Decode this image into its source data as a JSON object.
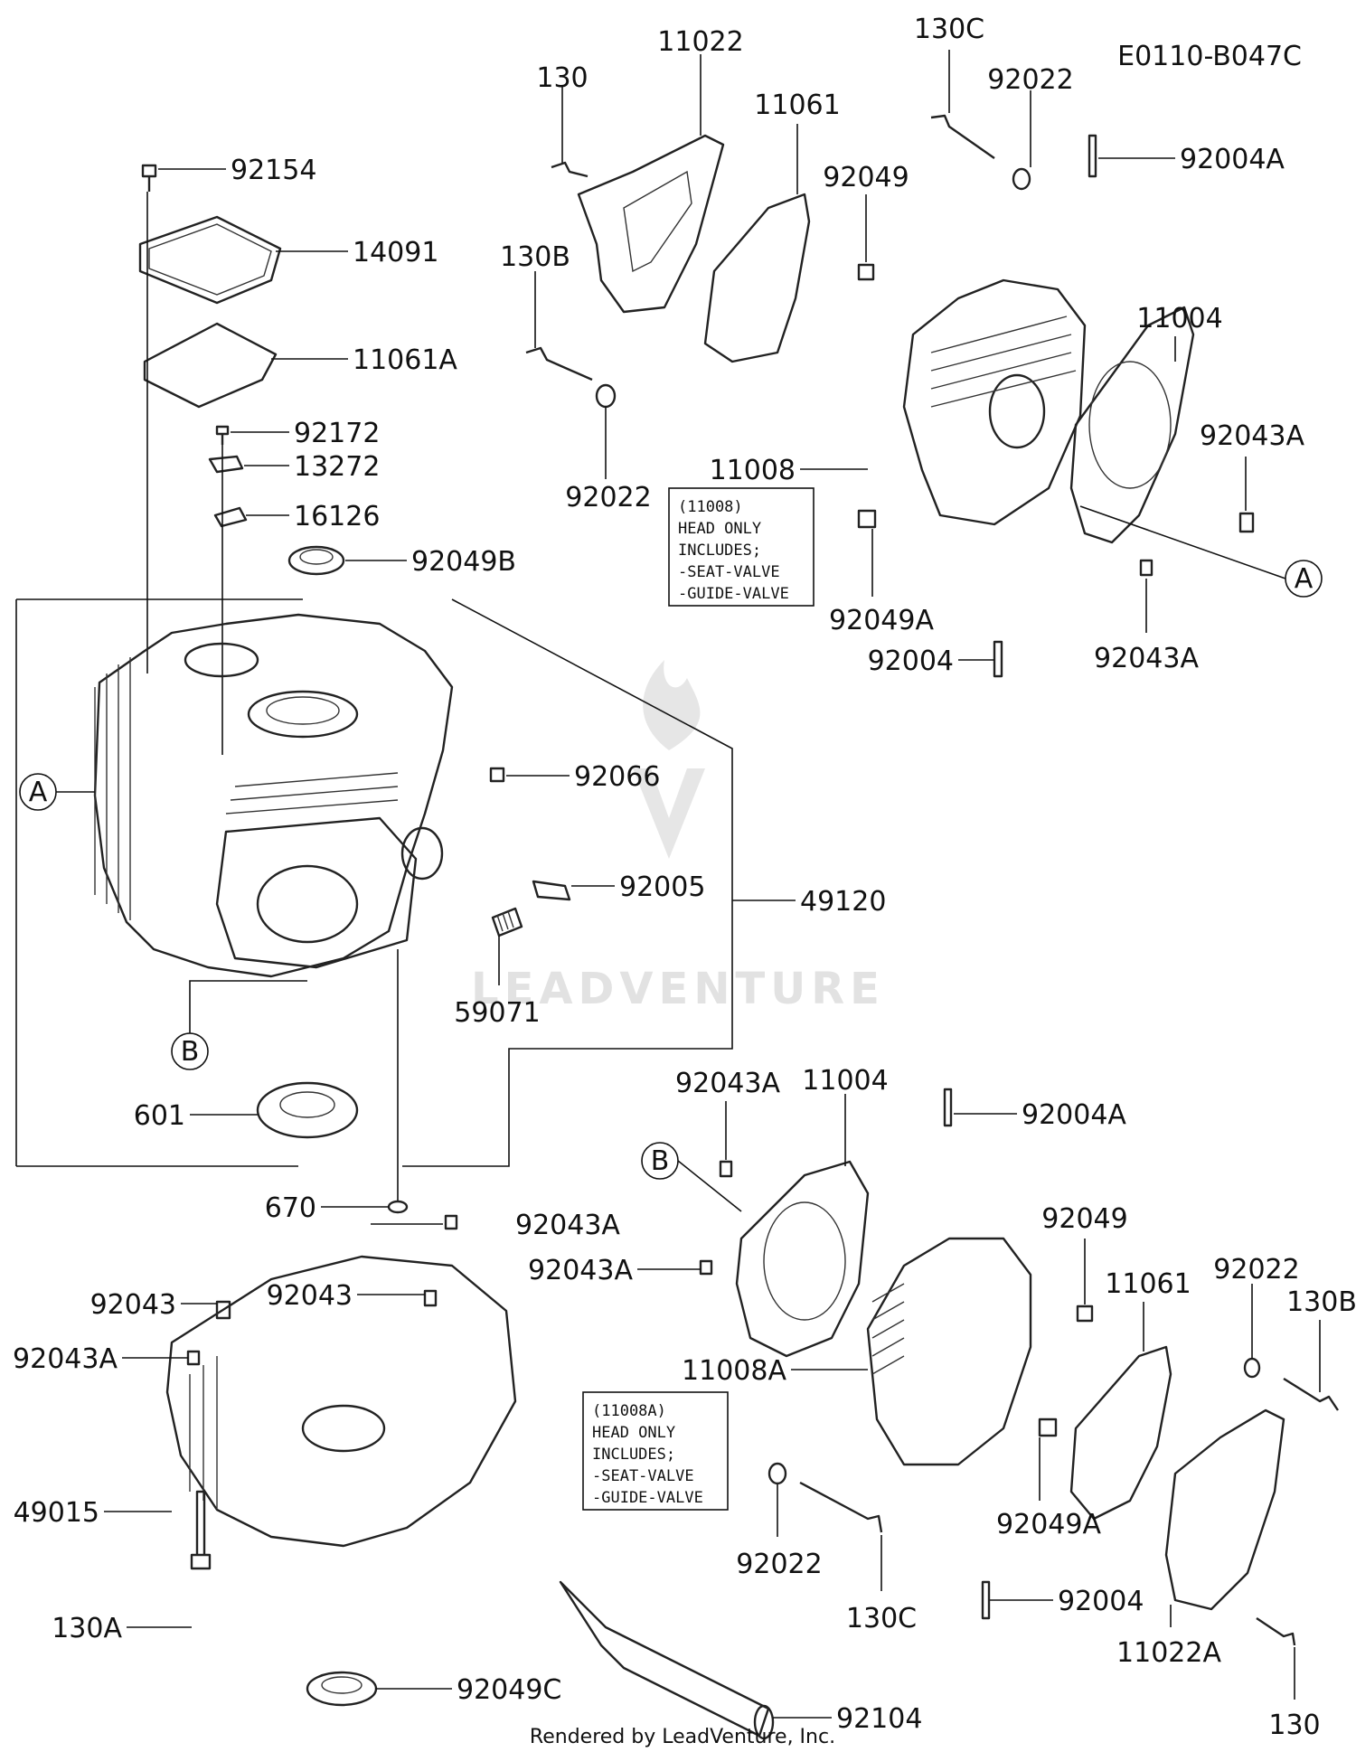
{
  "diagram_id": "E0110-B047C",
  "footer": "Rendered by LeadVenture, Inc.",
  "watermark": "LEADVENTURE",
  "callouts": {
    "A": "A",
    "B": "B"
  },
  "notes": {
    "head_11008": [
      "(11008)",
      "HEAD ONLY",
      "INCLUDES;",
      "-SEAT-VALVE",
      "-GUIDE-VALVE"
    ],
    "head_11008A": [
      "(11008A)",
      "HEAD ONLY",
      "INCLUDES;",
      "-SEAT-VALVE",
      "-GUIDE-VALVE"
    ]
  },
  "parts": {
    "p11022": "11022",
    "p130_top": "130",
    "p11061_top": "11061",
    "p130C_top": "130C",
    "p92022_top": "92022",
    "p92004A_top": "92004A",
    "p92049_top": "92049",
    "p130B_top": "130B",
    "p11004_top": "11004",
    "p92043A_right": "92043A",
    "p11008": "11008",
    "p92022_mid": "92022",
    "p92049A_top": "92049A",
    "p92004_top": "92004",
    "p92043A_top2": "92043A",
    "p92154": "92154",
    "p14091": "14091",
    "p11061A": "11061A",
    "p92172": "92172",
    "p13272": "13272",
    "p16126": "16126",
    "p92049B": "92049B",
    "p92066": "92066",
    "p92005": "92005",
    "p49120": "49120",
    "p59071": "59071",
    "p601": "601",
    "p670": "670",
    "p92043A_b1": "92043A",
    "p11004_b": "11004",
    "p92004A_b": "92004A",
    "p92049_b": "92049",
    "p92043A_b2": "92043A",
    "p92043A_b3": "92043A",
    "p11061_b": "11061",
    "p92022_b": "92022",
    "p130B_b": "130B",
    "p11008A": "11008A",
    "p92043_left": "92043",
    "p92043_mid": "92043",
    "p92043A_left": "92043A",
    "p49015": "49015",
    "p92022_b2": "92022",
    "p130C_b": "130C",
    "p92049A_b": "92049A",
    "p92004_b": "92004",
    "p11022A": "11022A",
    "p130_b": "130",
    "p130A": "130A",
    "p92049C": "92049C",
    "p92104": "92104"
  }
}
